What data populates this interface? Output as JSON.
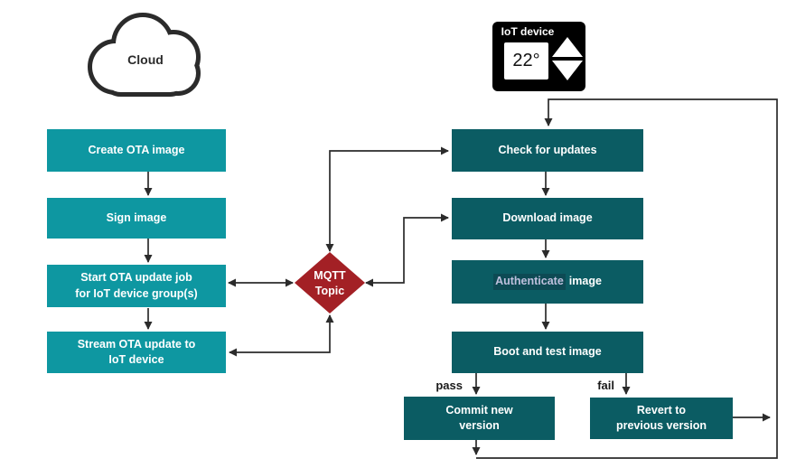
{
  "colors": {
    "left_box": "#0E97A1",
    "right_box": "#0B5C63",
    "diamond": "#A32025",
    "line": "#2B2B2B",
    "device_bg": "#000000",
    "auth_highlight_bg": "#0D4A54",
    "auth_highlight_text": "#BEC0DD"
  },
  "cloud": {
    "label": "Cloud"
  },
  "iot_device": {
    "label": "IoT device",
    "temperature": "22°"
  },
  "broker": {
    "label": "MQTT\nTopic"
  },
  "cloud_flow": [
    {
      "label": "Create OTA image"
    },
    {
      "label": "Sign image"
    },
    {
      "label": "Start OTA update job\nfor IoT device group(s)"
    },
    {
      "label": "Stream OTA update to\nIoT device"
    }
  ],
  "device_flow": [
    {
      "label": "Check for updates"
    },
    {
      "label": "Download image"
    },
    {
      "label_highlight": "Authenticate",
      "label_rest": "image"
    },
    {
      "label": "Boot and test image"
    },
    {
      "label": "Commit new\nversion"
    },
    {
      "label": "Revert to\nprevious version"
    }
  ],
  "branch_labels": {
    "pass": "pass",
    "fail": "fail"
  }
}
